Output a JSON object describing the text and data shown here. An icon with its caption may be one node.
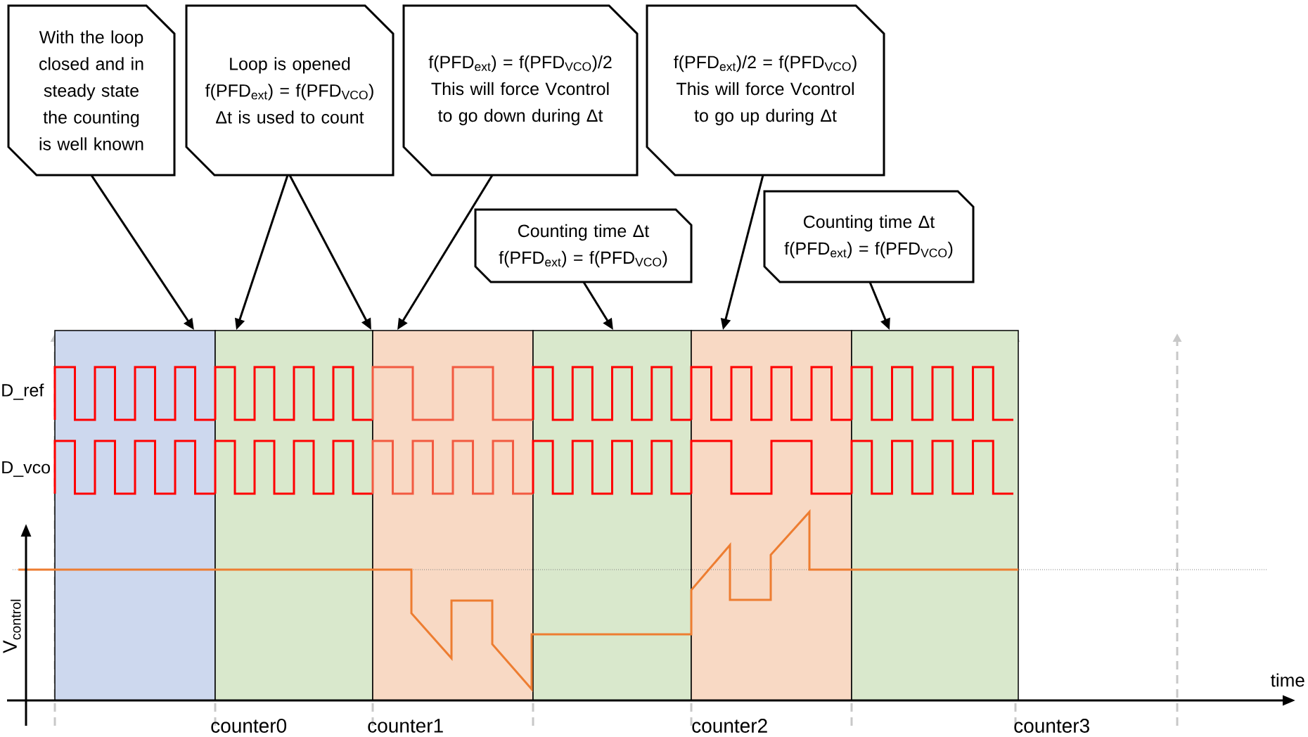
{
  "diagram": {
    "nodes": [
      {
        "text": [
          "With the loop closed and in steady state the counting is well known"
        ]
      },
      {
        "text": [
          "Loop is opened",
          "f(PFD$_{ext}$) = f(PFD$_{VCO}$)",
          "Δt is used to count"
        ]
      },
      {
        "text": [
          "f(PFD$_{ext}$) = f(PFD$_{VCO}$)/2",
          "This will force Vcontrol to go down during Δt"
        ]
      },
      {
        "text": [
          "f(PFD$_{ext}$)/2 = f(PFD$_{VCO}$)",
          "This will force Vcontrol to go up during Δt"
        ]
      },
      {
        "text": [
          "Counting time Δt",
          "f(PFD$_{ext}$) = f(PFD$_{VCO}$)"
        ]
      },
      {
        "text": [
          "Counting time Δt",
          "f(PFD$_{ext}$) = f(PFD$_{VCO}$)"
        ]
      },
      {
        "text": [],
        "shape": "box"
      },
      {
        "text": [],
        "shape": "box"
      },
      {
        "text": [],
        "shape": "box"
      },
      {
        "text": [],
        "shape": "box"
      },
      {
        "text": [],
        "shape": "box"
      },
      {
        "text": [],
        "shape": "box"
      }
    ],
    "edges": [
      {
        "from": 0,
        "to": 6,
        "arrow": "to"
      },
      {
        "from": 1,
        "to": 7,
        "arrow": "to"
      },
      {
        "from": 1,
        "to": 7,
        "arrow": "to"
      },
      {
        "from": 2,
        "to": 8,
        "arrow": "to"
      },
      {
        "from": 4,
        "to": 9,
        "arrow": "to"
      },
      {
        "from": 3,
        "to": 10,
        "arrow": "to"
      },
      {
        "from": 5,
        "to": 11,
        "arrow": "to"
      }
    ],
    "labels": [
      "D_ref",
      "D_vco",
      "V$_{control}$",
      "time",
      "counter0",
      "counter1",
      "counter2",
      "counter3"
    ]
  }
}
